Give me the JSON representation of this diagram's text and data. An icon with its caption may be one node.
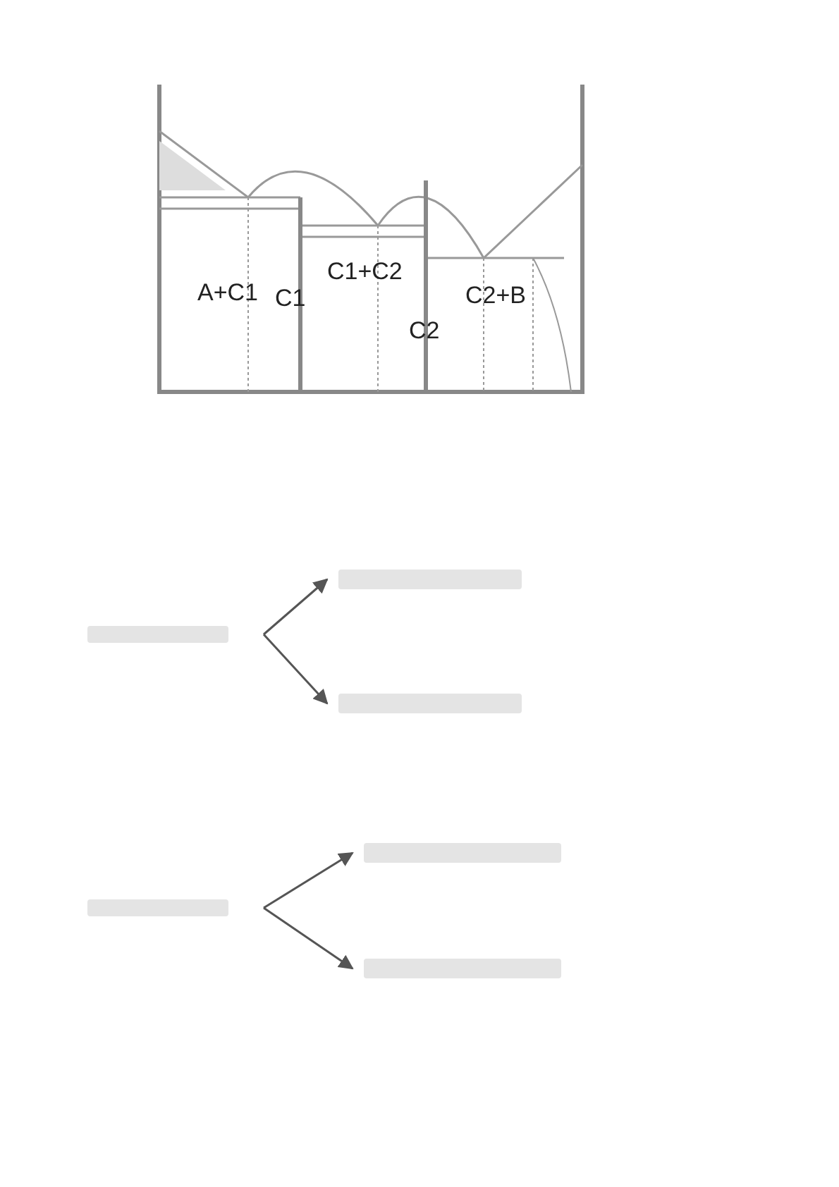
{
  "diagram": {
    "nodes": [
      {
        "text": [],
        "shape": "box"
      },
      {
        "text": [],
        "shape": "box"
      },
      {
        "text": [],
        "shape": "box"
      },
      {
        "text": [],
        "shape": "box"
      },
      {
        "text": [],
        "shape": "box"
      },
      {
        "text": [],
        "shape": "box"
      }
    ],
    "edges": [
      {
        "from": 0,
        "to": 1,
        "arrow": "to"
      },
      {
        "from": 0,
        "to": 2,
        "arrow": "to"
      },
      {
        "from": 3,
        "to": 4,
        "arrow": "to"
      },
      {
        "from": 3,
        "to": 5,
        "arrow": "to"
      }
    ],
    "labels": [
      "A+C1",
      "C1",
      "C1+C2",
      "C2",
      "C2+B"
    ]
  }
}
